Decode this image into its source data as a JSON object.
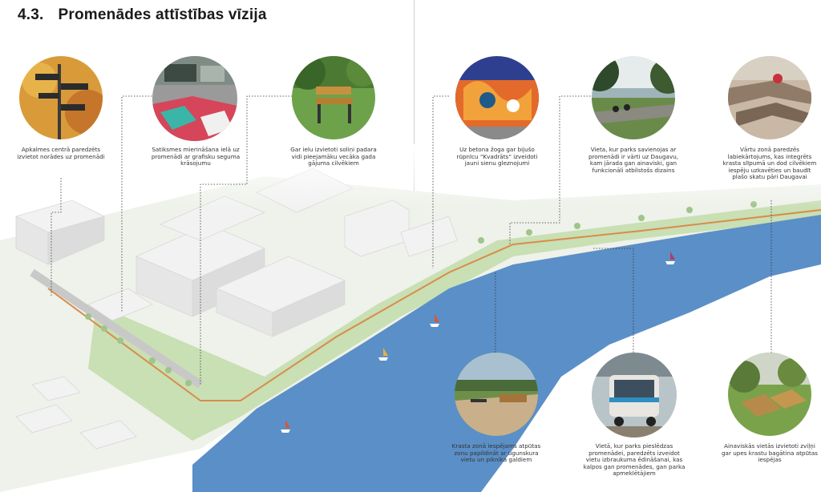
{
  "header": {
    "section_number": "4.3.",
    "title": "Promenādes attīstības vīzija"
  },
  "captions": {
    "c1": "Apkalmes centrā paredzēts izvietot norādes uz promenādi",
    "c2": "Satiksmes mierināšana ielā uz promenādi ar grafisku seguma krāsojumu",
    "c3": "Gar ielu izvietoti soliņi padara vidi pieejamāku vecāka gada gājuma cilvēkiem",
    "c4": "Uz betona žoga gar bijušo rūpnīcu “Kvadrāts” izveidoti jauni sienu gleznojumi",
    "c5": "Vieta, kur parks savienojas ar promenādi ir vārti uz Daugavu, kam jārada gan ainaviski, gan funkcionāli atbilstošs dizains",
    "c6": "Vārtu zonā paredzēs labiekārtojums, kas integrēts krasta slīpumā un dod cilvēkiem iespēju uzkavēties un baudīt plašo skatu pāri Daugavai",
    "c7": "Krasta zonā iespējams atpūtas zonu papildināt ar ugunskura vietu un piknika galdiem",
    "c8": "Vietā, kur parks pieslēdzas promenādei, paredzēts izveidot vietu izbraukuma ēdināšanai, kas kalpos gan promenādes, gan parka apmeklētājiem",
    "c9": "Ainaviskās vietās izvietoti zviļņi gar upes krastu bagātina atpūtas iespējas"
  },
  "colors": {
    "river": "#5b8fc7",
    "promenade": "#d98c4a",
    "green": "#c9dfb4",
    "building": "#f2f2f2"
  }
}
